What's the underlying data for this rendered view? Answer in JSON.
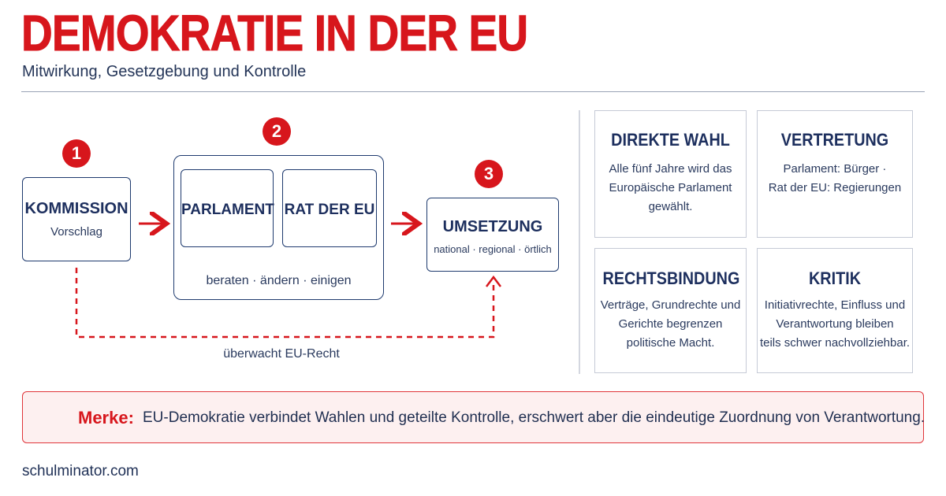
{
  "header": {
    "title": "DEMOKRATIE IN DER EU",
    "subtitle": "Mitwirkung, Gesetzgebung und Kontrolle"
  },
  "flow": {
    "step1": {
      "badge": "1",
      "title": "KOMMISSION",
      "text": "Vorschlag"
    },
    "step2": {
      "badge": "2",
      "left": "PARLAMENT",
      "right": "RAT DER EU",
      "caption": "beraten · ändern · einigen"
    },
    "step3": {
      "badge": "3",
      "title": "UMSETZUNG",
      "text": "national · regional · örtlich"
    },
    "monitor_label": "überwacht EU-Recht"
  },
  "cards": [
    {
      "title": "DIREKTE WAHL",
      "lines": [
        "Alle fünf Jahre wird das",
        "Europäische Parlament",
        "gewählt."
      ]
    },
    {
      "title": "VERTRETUNG",
      "lines": [
        "Parlament: Bürger ·",
        "Rat der EU: Regierungen"
      ]
    },
    {
      "title": "RECHTSBINDUNG",
      "lines": [
        "Verträge, Grundrechte und",
        "Gerichte begrenzen",
        "politische Macht."
      ]
    },
    {
      "title": "KRITIK",
      "lines": [
        "Initiativrechte, Einfluss und",
        "Verantwortung bleiben",
        "teils schwer nachvollziehbar."
      ]
    }
  ],
  "merke": {
    "label": "Merke:",
    "text": "EU-Demokratie verbindet Wahlen und geteilte Kontrolle, erschwert aber die eindeutige Zuordnung von Verantwortung."
  },
  "footer": "schulminator.com",
  "colors": {
    "accent_red": "#d7161c",
    "navy": "#1d2f5e",
    "card_border": "#c5cad6",
    "merke_bg": "#fdf0f0"
  }
}
